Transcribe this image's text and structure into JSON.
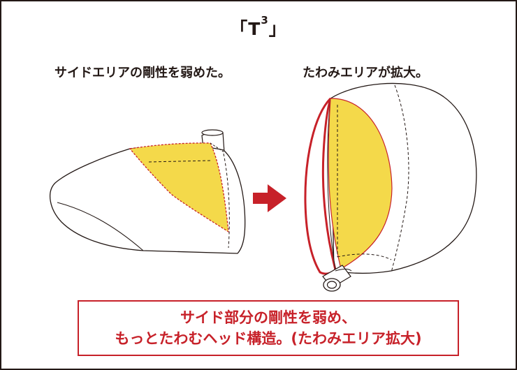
{
  "title": {
    "open": "「",
    "main": "T",
    "sup": "3",
    "close": "」"
  },
  "captions": {
    "left": "サイドエリアの剛性を弱めた。",
    "right": "たわみエリアが拡大。"
  },
  "summary": {
    "line1": "サイド部分の剛性を弱め、",
    "line2": "もっとたわむヘッド構造。(たわみエリア拡大)"
  },
  "colors": {
    "accent": "#c72129",
    "highlight": "#f4d94a",
    "outline": "#231815",
    "frame": "#231815"
  }
}
